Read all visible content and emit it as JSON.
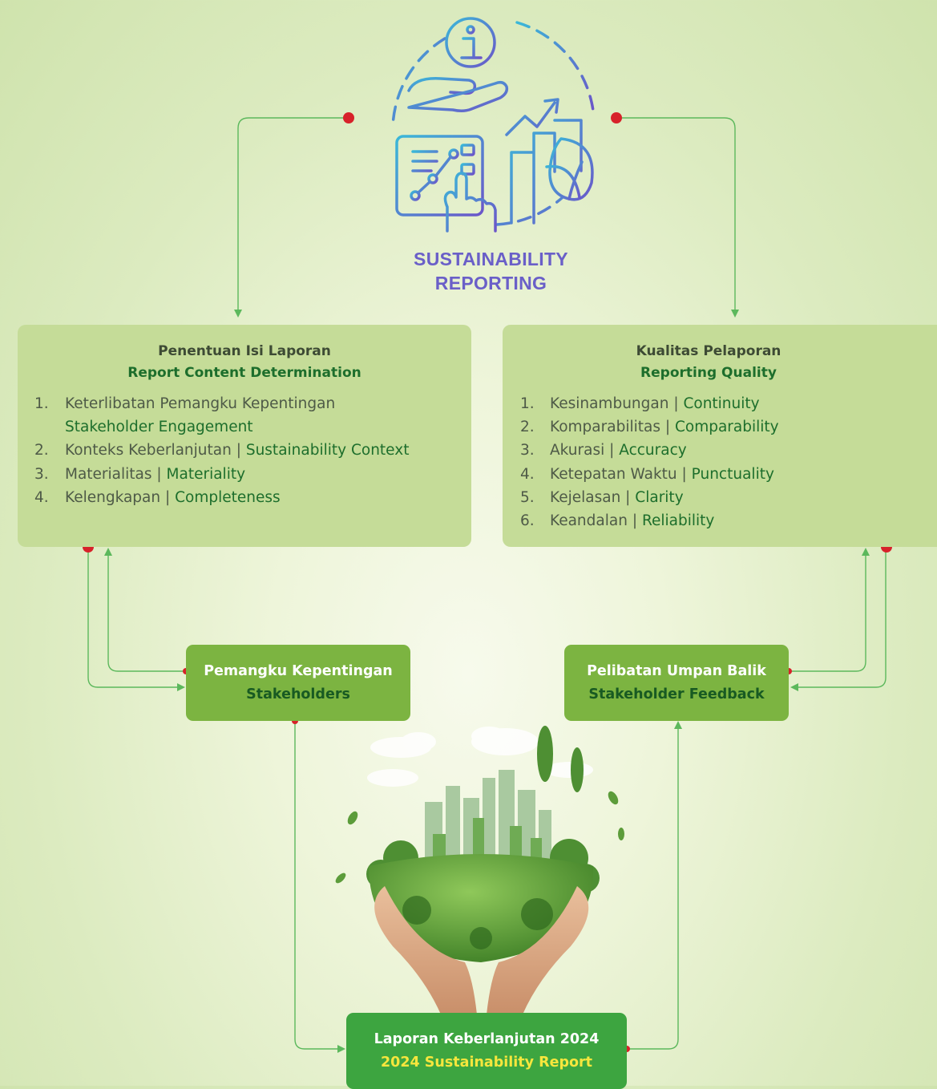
{
  "title": {
    "line1": "SUSTAINABILITY",
    "line2": "REPORTING"
  },
  "content_box": {
    "title_id": "Penentuan Isi Laporan",
    "title_en": "Report Content Determination",
    "items": [
      {
        "num": "1.",
        "id": "Keterlibatan Pemangku Kepentingan",
        "sep": "",
        "en": "Stakeholder Engagement"
      },
      {
        "num": "2.",
        "id": "Konteks Keberlanjutan",
        "sep": " | ",
        "en": "Sustainability Context"
      },
      {
        "num": "3.",
        "id": "Materialitas",
        "sep": " | ",
        "en": "Materiality"
      },
      {
        "num": "4.",
        "id": "Kelengkapan",
        "sep": " | ",
        "en": "Completeness"
      }
    ]
  },
  "quality_box": {
    "title_id": "Kualitas Pelaporan",
    "title_en": "Reporting Quality",
    "items": [
      {
        "num": "1.",
        "id": "Kesinambungan",
        "sep": " | ",
        "en": "Continuity"
      },
      {
        "num": "2.",
        "id": "Komparabilitas",
        "sep": " | ",
        "en": "Comparability"
      },
      {
        "num": "3.",
        "id": "Akurasi",
        "sep": " | ",
        "en": "Accuracy"
      },
      {
        "num": "4.",
        "id": "Ketepatan Waktu",
        "sep": " | ",
        "en": "Punctuality"
      },
      {
        "num": "5.",
        "id": "Kejelasan",
        "sep": " | ",
        "en": "Clarity"
      },
      {
        "num": "6.",
        "id": "Keandalan",
        "sep": " | ",
        "en": "Reliability"
      }
    ]
  },
  "stakeholders": {
    "id": "Pemangku Kepentingan",
    "en": "Stakeholders"
  },
  "feedback": {
    "id": "Pelibatan Umpan Balik",
    "en": "Stakeholder Feedback"
  },
  "report": {
    "id": "Laporan Keberlanjutan 2024",
    "en": "2024 Sustainability Report"
  },
  "colors": {
    "box_fill": "#c5dc98",
    "pill_fill": "#7cb441",
    "report_fill": "#3da540",
    "connector": "#5cb85c",
    "dot": "#d7222a",
    "title": "#6a5fc8"
  },
  "icons": {
    "logo": "info-hand-chart-leaf-icon",
    "illustration": "hands-holding-green-globe-city"
  }
}
